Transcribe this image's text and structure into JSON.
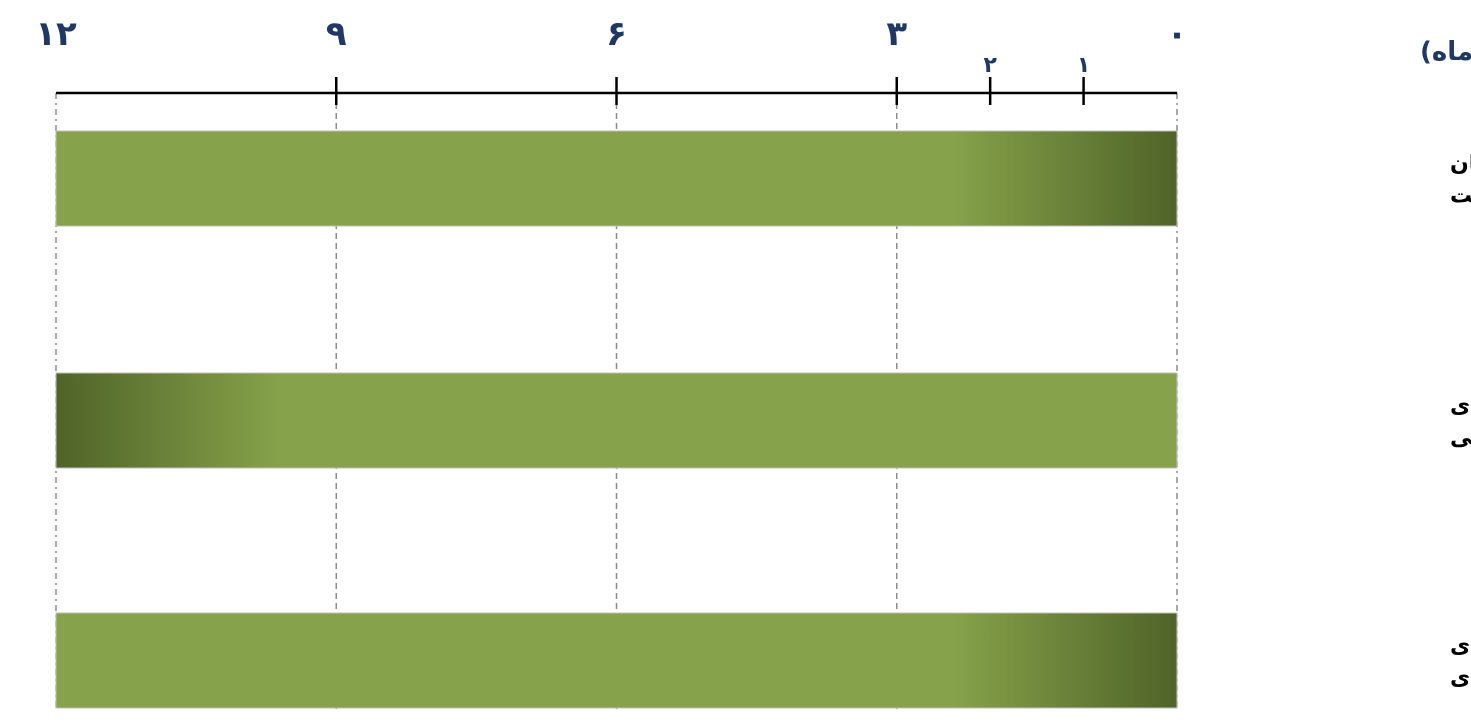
{
  "chart_data": {
    "type": "bar",
    "orientation": "horizontal",
    "direction": "right-to-left",
    "axis_title": "زمان (ماه)",
    "xlim": [
      0,
      12
    ],
    "major_ticks": [
      {
        "value": 0,
        "label": "۰"
      },
      {
        "value": 3,
        "label": "۳"
      },
      {
        "value": 6,
        "label": "۶"
      },
      {
        "value": 9,
        "label": "۹"
      },
      {
        "value": 12,
        "label": "۱۲"
      }
    ],
    "minor_ticks": [
      {
        "value": 1,
        "label": "۱"
      },
      {
        "value": 2,
        "label": "۲"
      }
    ],
    "categories": [
      {
        "lines": [
          "سرویس ویژه کارکنان",
          "دولت"
        ],
        "start": 0,
        "end": 12,
        "shade": "start"
      },
      {
        "lines": [
          "سرویس ویژه برای",
          "استفاده عمومی"
        ],
        "start": 0,
        "end": 12,
        "shade": "end"
      },
      {
        "lines": [
          "سرویس ویژه برای",
          "سفرهای حومه‌ای"
        ],
        "start": 0,
        "end": 12,
        "shade": "start"
      }
    ],
    "colors": {
      "bar": "#86a24a",
      "bar_dark": "#4f6328",
      "text": "#1f3864",
      "axis": "#000000",
      "grid": "#8c8c8c"
    }
  }
}
